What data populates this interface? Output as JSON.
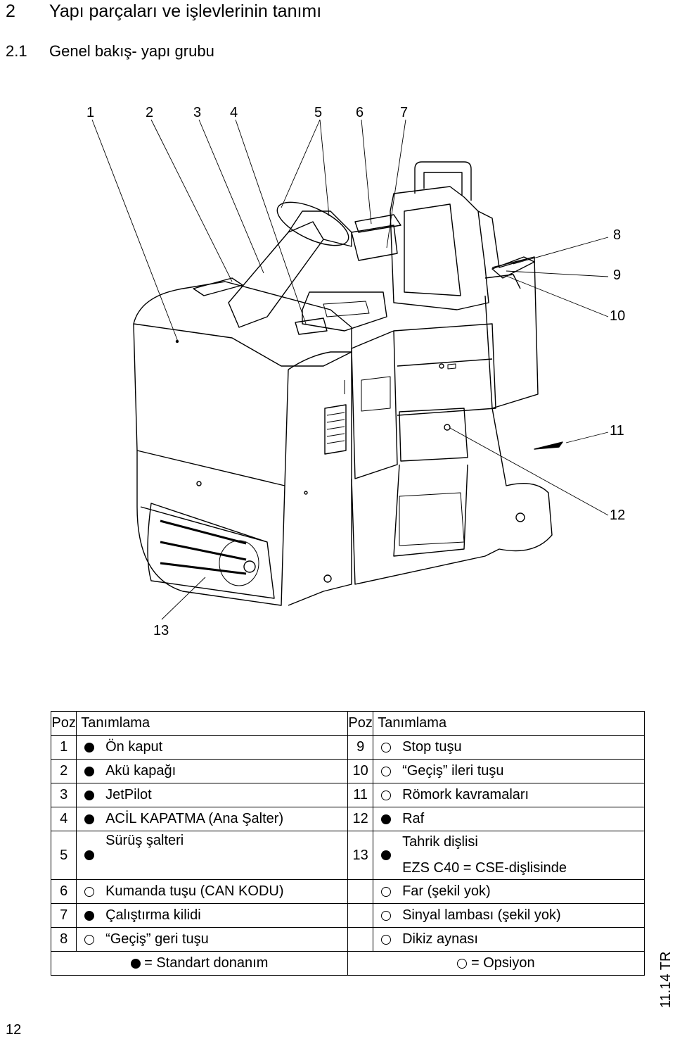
{
  "heading": {
    "number": "2",
    "title": "Yapı parçaları ve işlevlerinin tanımı"
  },
  "subheading": {
    "number": "2.1",
    "title": "Genel bakış- yapı grubu"
  },
  "figure": {
    "callouts": [
      "1",
      "2",
      "3",
      "4",
      "5",
      "6",
      "7",
      "8",
      "9",
      "10",
      "11",
      "12",
      "13"
    ]
  },
  "legend": {
    "header": {
      "pos": "Poz",
      "desc": "Tanımlama"
    },
    "left": [
      {
        "pos": "1",
        "marker": "standard",
        "desc": "Ön kaput"
      },
      {
        "pos": "2",
        "marker": "standard",
        "desc": "Akü kapağı"
      },
      {
        "pos": "3",
        "marker": "standard",
        "desc": "JetPilot"
      },
      {
        "pos": "4",
        "marker": "standard",
        "desc": "ACİL KAPATMA (Ana Şalter)"
      },
      {
        "pos": "5",
        "marker": "standard",
        "desc": "Sürüş şalteri"
      },
      {
        "pos": "6",
        "marker": "option",
        "desc": "Kumanda tuşu (CAN KODU)"
      },
      {
        "pos": "7",
        "marker": "standard",
        "desc": "Çalıştırma kilidi"
      },
      {
        "pos": "8",
        "marker": "option",
        "desc": "“Geçiş” geri tuşu"
      }
    ],
    "right": [
      {
        "pos": "9",
        "marker": "option",
        "desc": "Stop tuşu"
      },
      {
        "pos": "10",
        "marker": "option",
        "desc": "“Geçiş” ileri tuşu"
      },
      {
        "pos": "11",
        "marker": "option",
        "desc": "Römork kavramaları"
      },
      {
        "pos": "12",
        "marker": "standard",
        "desc": "Raf"
      },
      {
        "pos": "13",
        "marker": "standard",
        "desc": "Tahrik dişlisi",
        "desc2": "EZS C40 = CSE-dişlisinde"
      },
      {
        "pos": "",
        "marker": "option",
        "desc": "Far (şekil yok)"
      },
      {
        "pos": "",
        "marker": "option",
        "desc": "Sinyal lambası (şekil yok)"
      },
      {
        "pos": "",
        "marker": "option",
        "desc": "Dikiz aynası"
      }
    ],
    "key_standard": "= Standart donanım",
    "key_option": "= Opsiyon"
  },
  "footer": {
    "page": "12",
    "edition": "11.14 TR"
  }
}
